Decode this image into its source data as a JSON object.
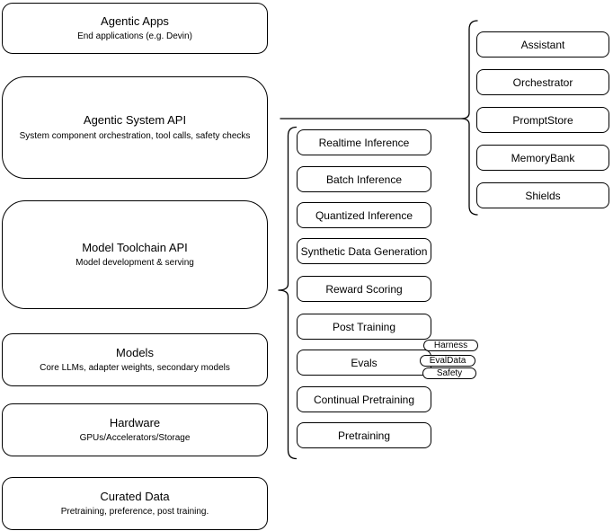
{
  "diagram": {
    "left_stack": [
      {
        "title": "Agentic Apps",
        "subtitle": "End applications (e.g. Devin)"
      },
      {
        "title": "Agentic System API",
        "subtitle": "System component orchestration, tool calls, safety checks"
      },
      {
        "title": "Model Toolchain API",
        "subtitle": "Model development & serving"
      },
      {
        "title": "Models",
        "subtitle": "Core LLMs, adapter weights, secondary models"
      },
      {
        "title": "Hardware",
        "subtitle": "GPUs/Accelerators/Storage"
      },
      {
        "title": "Curated Data",
        "subtitle": "Pretraining, preference, post training."
      }
    ],
    "toolchain_services": [
      "Realtime Inference",
      "Batch Inference",
      "Quantized Inference",
      "Synthetic Data Generation",
      "Reward Scoring",
      "Post Training",
      "Evals",
      "Continual Pretraining",
      "Pretraining"
    ],
    "evals_tags": [
      "Harness",
      "EvalData",
      "Safety"
    ],
    "system_components": [
      "Assistant",
      "Orchestrator",
      "PromptStore",
      "MemoryBank",
      "Shields"
    ],
    "colors": {
      "stroke": "#000000",
      "background": "#ffffff",
      "text": "#000000"
    }
  }
}
